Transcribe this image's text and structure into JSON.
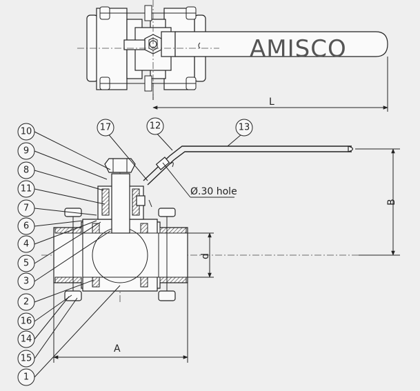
{
  "brand": {
    "logo_text": "AMISCO",
    "logo_color": "#555555"
  },
  "dimensions": {
    "length": "L",
    "height": "B",
    "width": "A",
    "diameter": "d"
  },
  "note": {
    "hole": "Ø.30 hole"
  },
  "callouts": [
    {
      "id": "10",
      "label": "10"
    },
    {
      "id": "9",
      "label": "9"
    },
    {
      "id": "8",
      "label": "8"
    },
    {
      "id": "11",
      "label": "11"
    },
    {
      "id": "7",
      "label": "7"
    },
    {
      "id": "6",
      "label": "6"
    },
    {
      "id": "4",
      "label": "4"
    },
    {
      "id": "5",
      "label": "5"
    },
    {
      "id": "3",
      "label": "3"
    },
    {
      "id": "2",
      "label": "2"
    },
    {
      "id": "16",
      "label": "16"
    },
    {
      "id": "14",
      "label": "14"
    },
    {
      "id": "15",
      "label": "15"
    },
    {
      "id": "1",
      "label": "1"
    },
    {
      "id": "17",
      "label": "17"
    },
    {
      "id": "12",
      "label": "12"
    },
    {
      "id": "13",
      "label": "13"
    }
  ]
}
